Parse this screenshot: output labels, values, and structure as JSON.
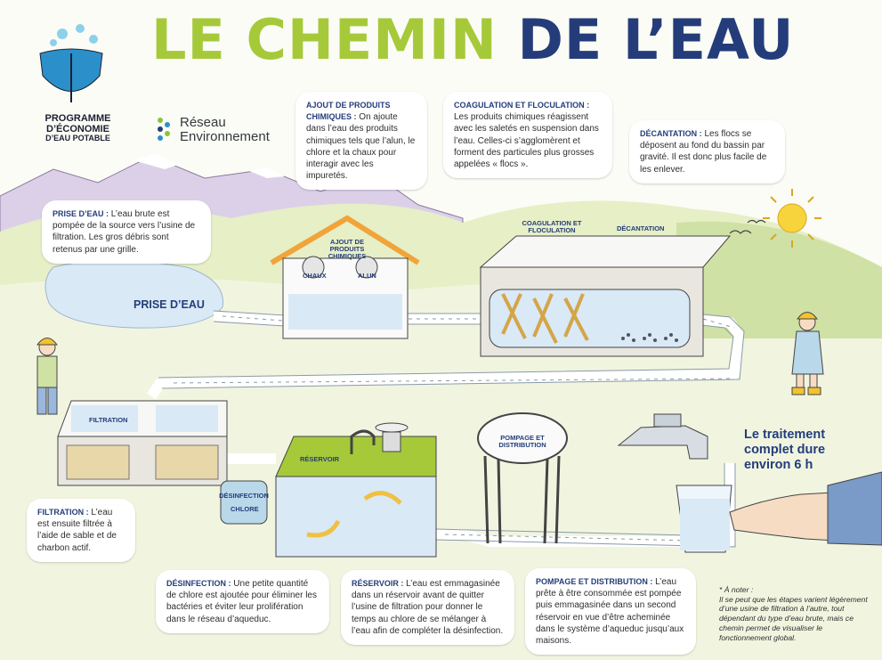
{
  "title": {
    "part1": "LE CHEMIN",
    "part2": "DE L’EAU"
  },
  "logo": {
    "line1": "PROGRAMME",
    "line2": "D’ÉCONOMIE",
    "line3": "D’EAU POTABLE"
  },
  "partner": {
    "line1": "Réseau",
    "line2": "Environnement"
  },
  "bubbles": {
    "prise": {
      "heading": "Prise d’eau :",
      "text": " L’eau brute est pompée de la source vers l’usine de filtration. Les gros débris sont retenus par une grille."
    },
    "ajout": {
      "heading": "Ajout de produits chimiques :",
      "text": " On ajoute dans l’eau des produits chimiques tels que l’alun, le chlore et la chaux pour interagir avec les impuretés."
    },
    "coagulation": {
      "heading": "Coagulation et floculation :",
      "text": " Les produits chimiques réagissent avec les saletés en suspension dans l’eau. Celles-ci s’agglomèrent et forment des particules plus grosses appelées « flocs »."
    },
    "decantation": {
      "heading": "Décantation :",
      "text": " Les flocs se déposent au fond du bassin par gravité. Il est donc plus facile de les enlever."
    },
    "filtration": {
      "heading": "Filtration :",
      "text": " L’eau est ensuite filtrée à l’aide de sable et de charbon actif."
    },
    "desinfection": {
      "heading": "Désinfection :",
      "text": " Une petite quantité de chlore est ajoutée pour éliminer les bactéries et éviter leur prolifération dans le réseau d’aqueduc."
    },
    "reservoir": {
      "heading": "Réservoir :",
      "text": " L’eau est emmagasinée dans un réservoir avant de quitter l’usine de filtration pour donner le temps au chlore de se mélanger à l’eau afin de compléter la désinfection."
    },
    "pompage": {
      "heading": "Pompage et distribution :",
      "text": " L’eau prête à être consommée est pompée puis emmagasinée dans un second réservoir en vue d’être acheminée dans le système d’aqueduc jusqu’aux maisons."
    }
  },
  "labels": {
    "prise": "PRISE D’EAU",
    "ajout": "AJOUT DE PRODUITS CHIMIQUES",
    "chaux": "CHAUX",
    "alun": "ALUN",
    "coagulation": "COAGULATION ET FLOCULATION",
    "decantation": "DÉCANTATION",
    "filtration": "FILTRATION",
    "desinfection": "DÉSINFECTION",
    "chlore": "CHLORE",
    "reservoir": "RÉSERVOIR",
    "pompage": "POMPAGE ET DISTRIBUTION"
  },
  "total": "Le traitement complet dure environ 6 h",
  "note": {
    "heading": "* À noter :",
    "text": "Il se peut que les étapes varient légèrement d’une usine de filtration à l’autre, tout dépendant du type d’eau brute, mais ce chemin permet de visualiser le fonctionnement global."
  },
  "colors": {
    "green": "#a6c93a",
    "navy": "#243d7a",
    "water": "#d9e9f6"
  },
  "icons": [
    "umbrella-logo-icon",
    "reseau-dots-icon",
    "sun-icon",
    "birds-icon",
    "faucet-icon",
    "glass-icon",
    "hand-icon",
    "worker-left-icon",
    "worker-right-icon"
  ]
}
